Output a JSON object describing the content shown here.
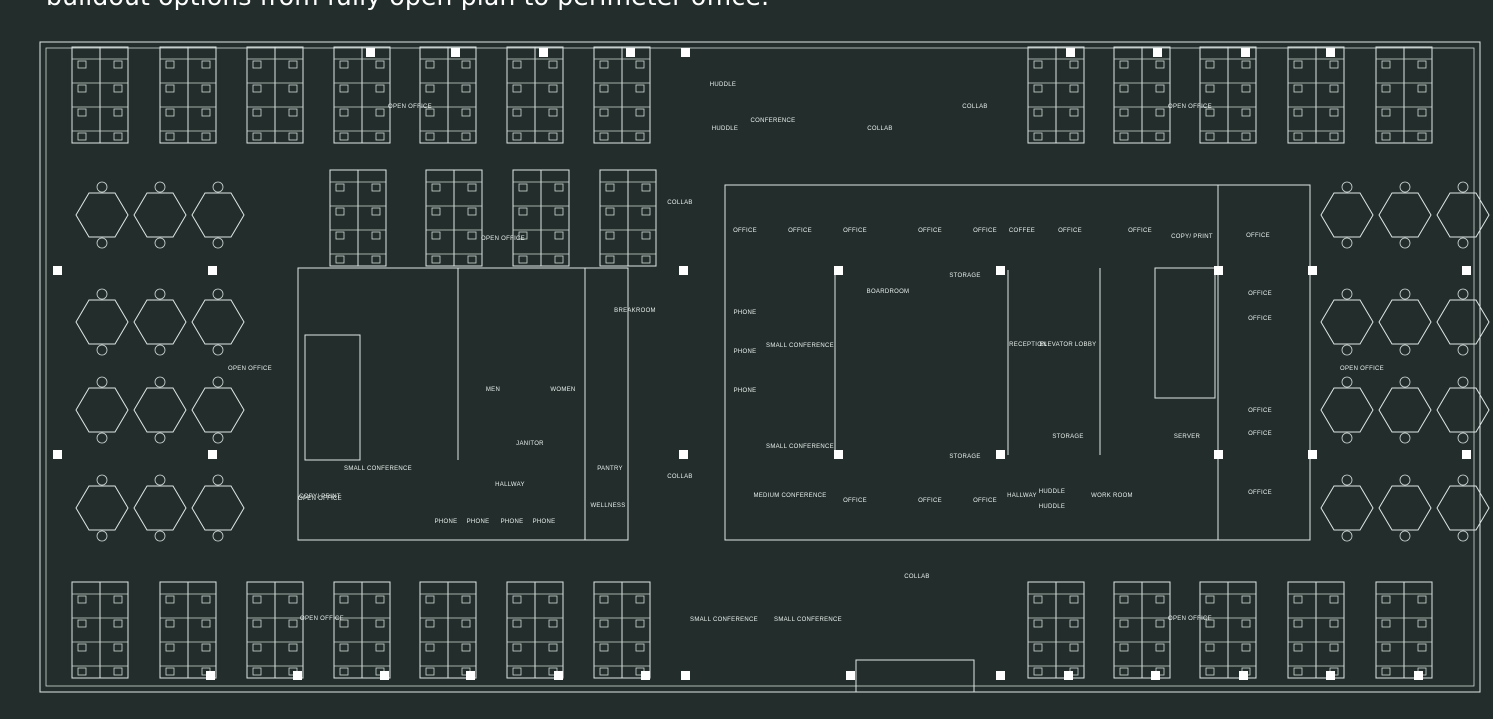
{
  "caption": "buildout options from fully open plan to perimeter office.",
  "colors": {
    "background": "#232e2c",
    "lines": "#dfe6e3",
    "columns": "#ffffff"
  },
  "labels": {
    "open_office": "OPEN OFFICE",
    "huddle": "HUDDLE",
    "conference": "CONFERENCE",
    "collab": "COLLAB",
    "office": "OFFICE",
    "coffee": "COFFEE",
    "copy_print": "COPY/ PRINT",
    "phone": "PHONE",
    "small_conference": "SMALL CONFERENCE",
    "medium_conference": "MEDIUM CONFERENCE",
    "boardroom": "BOARDROOM",
    "storage": "STORAGE",
    "reception": "RECEPTION",
    "elevator_lobby": "ELEVATOR LOBBY",
    "breakroom": "BREAKROOM",
    "men": "MEN",
    "women": "WOMEN",
    "janitor": "JANITOR",
    "pantry": "PANTRY",
    "wellness": "WELLNESS",
    "hallway": "HALLWAY",
    "server": "SERVER",
    "work_room": "WORK ROOM"
  }
}
